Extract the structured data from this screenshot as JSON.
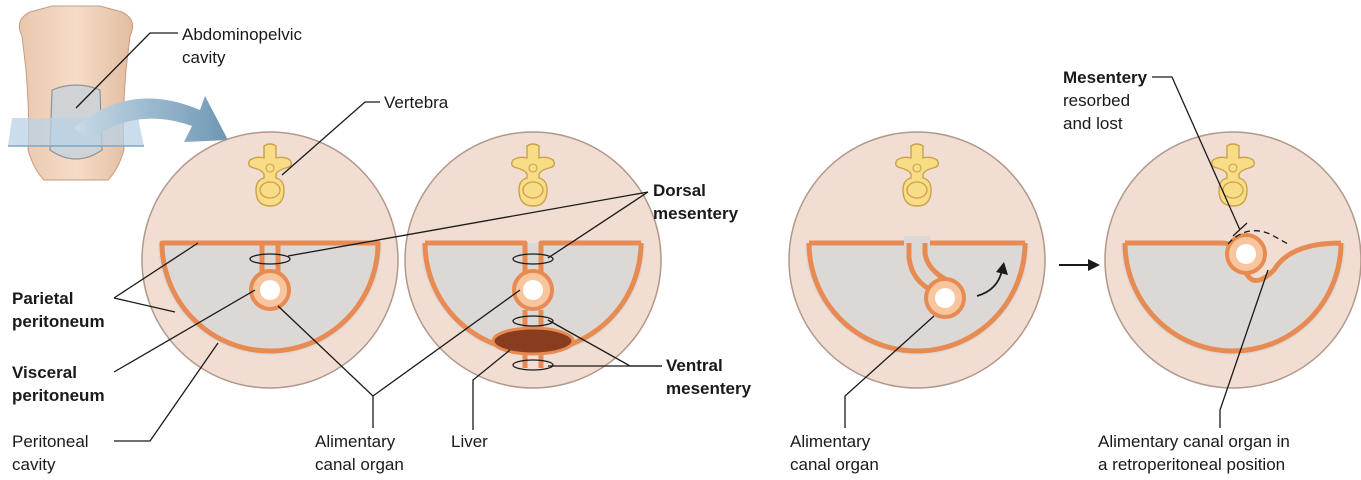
{
  "labels": {
    "abdominopelvic_line1": "Abdominopelvic",
    "abdominopelvic_line2": "cavity",
    "vertebra": "Vertebra",
    "dorsal_line1": "Dorsal",
    "dorsal_line2": "mesentery",
    "ventral_line1": "Ventral",
    "ventral_line2": "mesentery",
    "parietal_line1": "Parietal",
    "parietal_line2": "peritoneum",
    "visceral_line1": "Visceral",
    "visceral_line2": "peritoneum",
    "peritoneal_line1": "Peritoneal",
    "peritoneal_line2": "cavity",
    "alimentary1_line1": "Alimentary",
    "alimentary1_line2": "canal organ",
    "liver": "Liver",
    "alimentary2_line1": "Alimentary",
    "alimentary2_line2": "canal organ",
    "mesentery_title": "Mesentery",
    "mesentery_line2": "resorbed",
    "mesentery_line3": "and lost",
    "retro_line1": "Alimentary canal organ in",
    "retro_line2": "a retroperitoneal position"
  },
  "colors": {
    "disc_fill": "#f1ddd1",
    "disc_stroke": "#b0988a",
    "cavity_fill": "#dcd8d6",
    "membrane": "#e88b52",
    "organ_ring": "#f7c69f",
    "liver": "#8a3d1e",
    "vertebra": "#f8dc86",
    "vertebra_stroke": "#c9a24a",
    "arrow_blue": "#8fb1c8",
    "leader": "#1a1a1a"
  }
}
